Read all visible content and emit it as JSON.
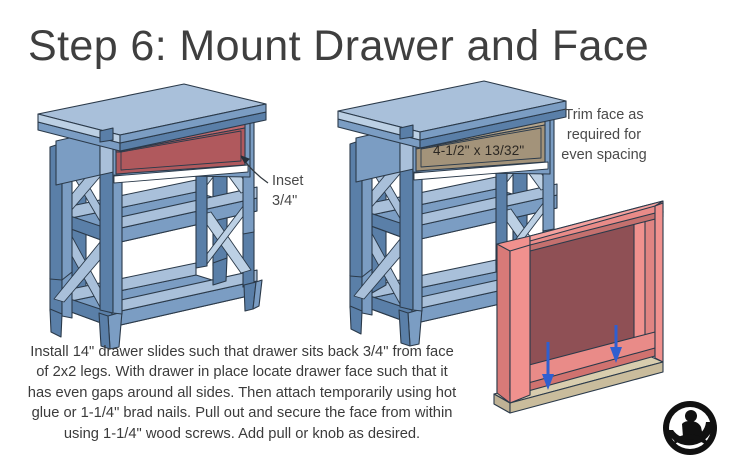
{
  "page": {
    "title": "Step 6: Mount Drawer and Face",
    "background_color": "#ffffff"
  },
  "annotations": {
    "inset": {
      "line1": "Inset",
      "line2": "3/4\""
    },
    "trim": {
      "line1": "Trim face as",
      "line2": "required for",
      "line3": "even spacing"
    },
    "drawer_face_dimension": "4-1/2\" x 13/32\""
  },
  "body_text": {
    "line1": "Install 14\" drawer slides such that drawer sits back 3/4\" from face",
    "line2": "of 2x2 legs. With drawer in place locate drawer face such that it",
    "line3": "has even gaps around all sides. Then attach temporarily using hot",
    "line4": "glue or 1-1/4\" brad nails. Pull out and secure the face from within",
    "line5": "using 1-1/4\" wood screws. Add pull or knob as desired."
  },
  "colors": {
    "title_text": "#3f3f3f",
    "body_text": "#3b3b3b",
    "wood_blue_light": "#a9c0da",
    "wood_blue_mid": "#7b9dc3",
    "wood_blue_dark": "#5a7fa8",
    "wood_blue_shadow": "#4a6f99",
    "drawer_red": "#b0595d",
    "drawer_red_light": "#c0686c",
    "face_tan": "#a3937a",
    "face_tan_dark": "#8a7a62",
    "box_salmon": "#f0918e",
    "box_interior": "#8f5055",
    "box_rail": "#e98b88",
    "panel_beige": "#c9bc9c",
    "arrow_blue": "#2f5fd0",
    "outline": "#2b3a4a"
  },
  "figures": {
    "left_nightstand": {
      "name": "nightstand-with-red-drawer",
      "drawer_color": "#b0595d"
    },
    "middle_nightstand": {
      "name": "nightstand-with-tan-drawer-face",
      "drawer_color": "#a3937a"
    },
    "drawer_box": {
      "name": "drawer-box-rear-view",
      "arrow_count": 2
    }
  },
  "logo": {
    "name": "woodworker-logo",
    "shape": "circular-black-badge"
  }
}
